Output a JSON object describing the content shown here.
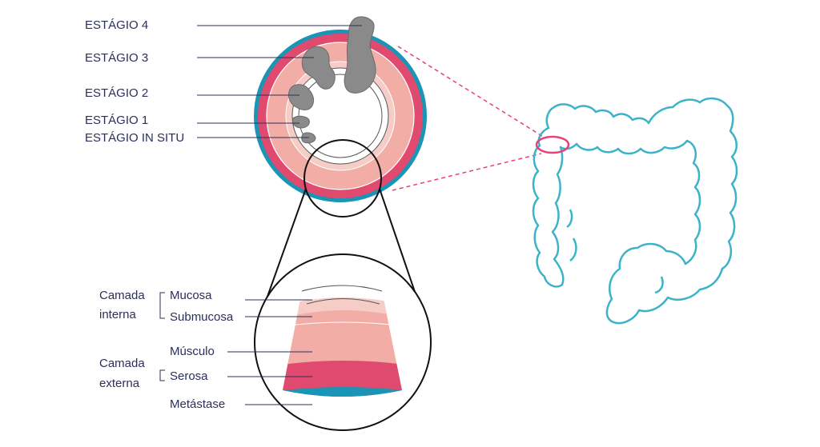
{
  "stages": {
    "stage4": "ESTÁGIO 4",
    "stage3": "ESTÁGIO 3",
    "stage2": "ESTÁGIO 2",
    "stage1": "ESTÁGIO 1",
    "in_situ": "ESTÁGIO IN SITU"
  },
  "layers": {
    "inner_group_line1": "Camada",
    "inner_group_line2": "interna",
    "outer_group_line1": "Camada",
    "outer_group_line2": "externa",
    "mucosa": "Mucosa",
    "submucosa": "Submucosa",
    "musculo": "Músculo",
    "serosa": "Serosa",
    "metastase": "Metástase"
  },
  "colors": {
    "serosa_red": "#e04a6e",
    "muscle_pink": "#f1ada6",
    "submucosa_pink": "#f6cdc6",
    "outer_blue": "#1b95b5",
    "tumor_gray": "#8a8a8a",
    "label_navy": "#2b2f5b",
    "colon_outline": "#3bb3c8",
    "dash_pink": "#e8417a"
  }
}
